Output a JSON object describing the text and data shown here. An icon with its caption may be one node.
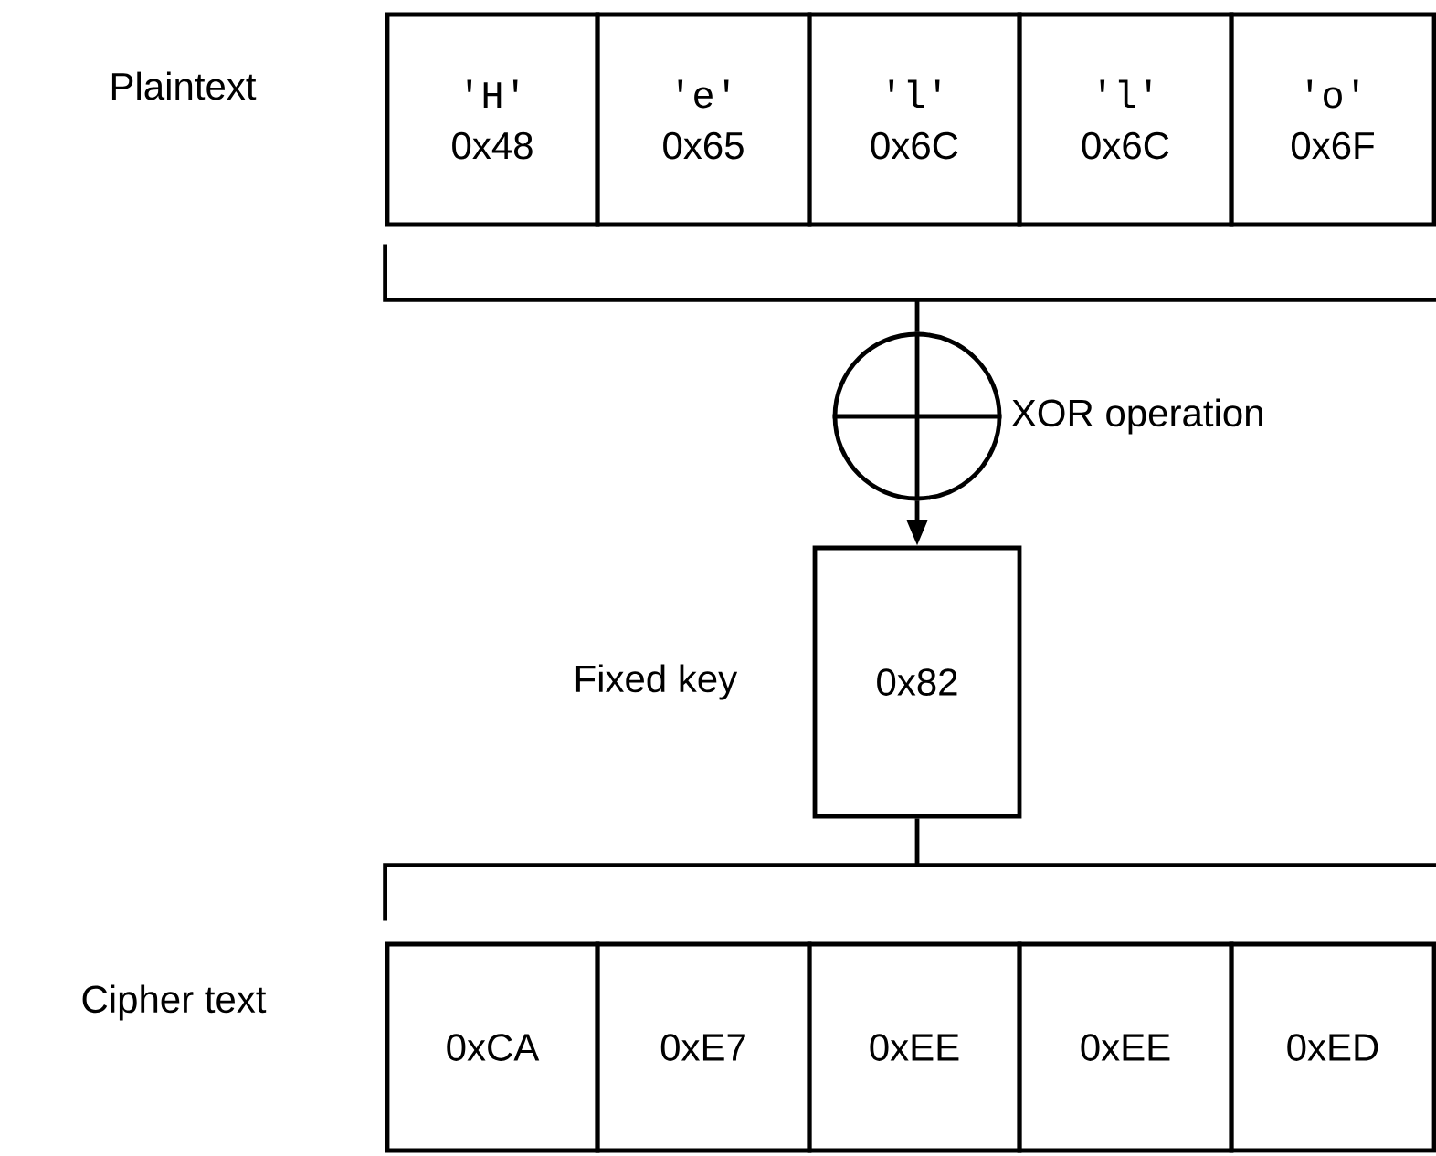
{
  "diagram": {
    "nodes": [
      {
        "text": [
          "'H'",
          "0x48"
        ]
      },
      {
        "text": [
          "'e'",
          "0x65"
        ]
      },
      {
        "text": [
          "'l'",
          "0x6C"
        ]
      },
      {
        "text": [
          "'l'",
          "0x6C"
        ]
      },
      {
        "text": [
          "'o'",
          "0x6F"
        ]
      },
      {
        "text": [],
        "shape": "bracket"
      },
      {
        "text": [],
        "shape": "circle",
        "beside": [
          "XOR operation"
        ]
      },
      {
        "text": [
          "0x82"
        ],
        "beside": [
          "Fixed key"
        ]
      },
      {
        "text": [],
        "shape": "bracket"
      },
      {
        "text": [
          "0xCA"
        ]
      },
      {
        "text": [
          "0xE7"
        ]
      },
      {
        "text": [
          "0xEE"
        ]
      },
      {
        "text": [
          "0xEE"
        ]
      },
      {
        "text": [
          "0xED"
        ]
      }
    ],
    "edges": [
      {
        "from": 5,
        "to": 6,
        "arrow": "none"
      },
      {
        "from": 6,
        "to": 7,
        "arrow": "to"
      },
      {
        "from": 7,
        "to": 8,
        "arrow": "none"
      }
    ],
    "labels": [
      "Plaintext",
      "Cipher text"
    ]
  }
}
